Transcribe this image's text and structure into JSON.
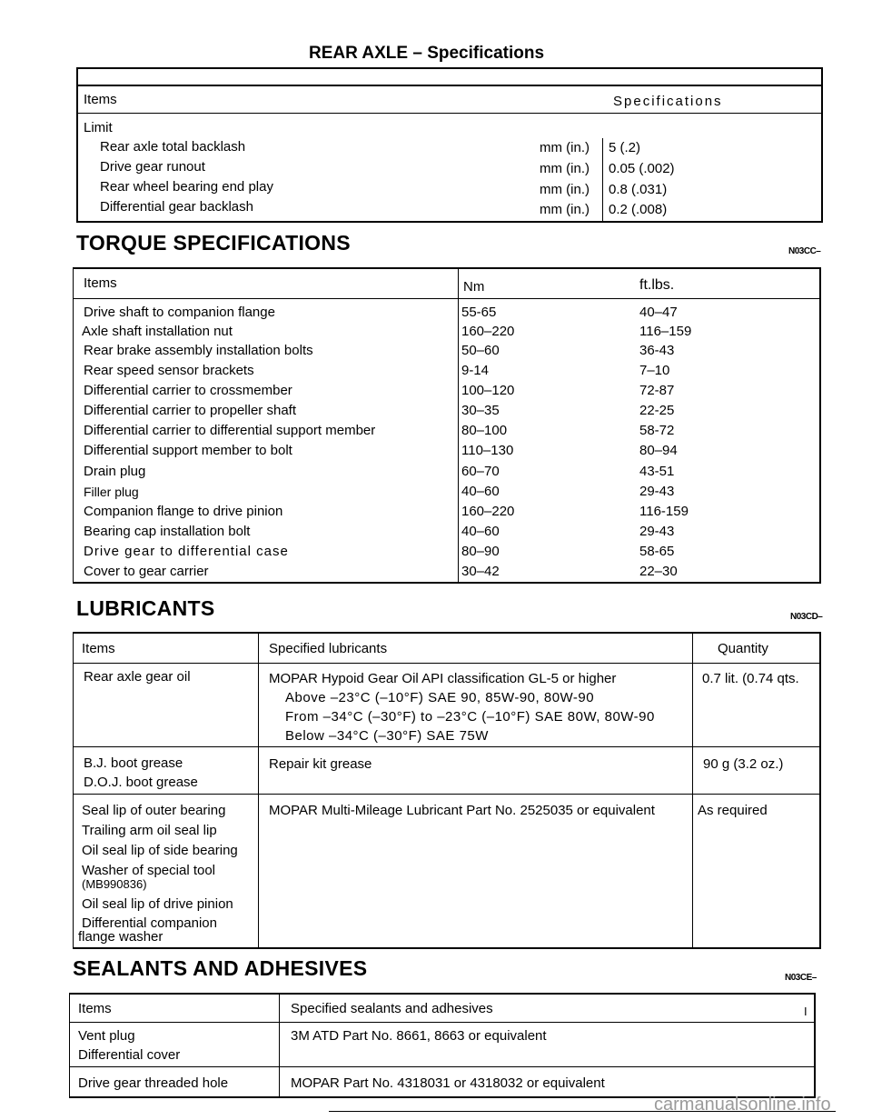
{
  "page_title": "REAR AXLE – Specifications",
  "spec_table": {
    "header_items": "Items",
    "header_spec": "Specifications",
    "group": "Limit",
    "rows": [
      {
        "item": "Rear axle total backlash",
        "unit": "mm (in.)",
        "value": "5 (.2)"
      },
      {
        "item": "Drive gear runout",
        "unit": "mm (in.)",
        "value": "0.05 (.002)"
      },
      {
        "item": "Rear wheel bearing end play",
        "unit": "mm (in.)",
        "value": "0.8 (.031)"
      },
      {
        "item": "Differential gear backlash",
        "unit": "mm (in.)",
        "value": "0.2 (.008)"
      }
    ]
  },
  "torque": {
    "heading": "TORQUE SPECIFICATIONS",
    "code": "N03CC–",
    "header_items": "Items",
    "header_nm": "Nm",
    "header_ftlbs": "ft.lbs.",
    "rows": [
      {
        "item": "Drive shaft to companion flange",
        "nm": "55-65",
        "ft": "40–47"
      },
      {
        "item": "Axle shaft installation nut",
        "nm": "160–220",
        "ft": "116–159"
      },
      {
        "item": "Rear brake assembly installation bolts",
        "nm": "50–60",
        "ft": "36-43"
      },
      {
        "item": "Rear speed sensor brackets",
        "nm": "9-14",
        "ft": "7–10"
      },
      {
        "item": "Differential carrier to crossmember",
        "nm": "100–120",
        "ft": "72-87"
      },
      {
        "item": "Differential carrier to propeller shaft",
        "nm": "30–35",
        "ft": "22-25"
      },
      {
        "item": "Differential carrier to differential support member",
        "nm": "80–100",
        "ft": "58-72"
      },
      {
        "item": "Differential support member to bolt",
        "nm": "110–130",
        "ft": "80–94"
      },
      {
        "item": "Drain plug",
        "nm": "60–70",
        "ft": "43-51"
      },
      {
        "item": "Filler plug",
        "nm": "40–60",
        "ft": "29-43"
      },
      {
        "item": "Companion flange to drive pinion",
        "nm": "160–220",
        "ft": "116-159"
      },
      {
        "item": "Bearing cap installation bolt",
        "nm": "40–60",
        "ft": "29-43"
      },
      {
        "item": "Drive gear to differential case",
        "nm": "80–90",
        "ft": "58-65"
      },
      {
        "item": "Cover to gear carrier",
        "nm": "30–42",
        "ft": "22–30"
      }
    ]
  },
  "lubricants": {
    "heading": "LUBRICANTS",
    "code": "N03CD–",
    "header_items": "Items",
    "header_spec": "Specified lubricants",
    "header_qty": "Quantity",
    "group1": {
      "item": "Rear axle gear oil",
      "spec_lines": [
        "MOPAR Hypoid Gear Oil API classification GL-5 or higher",
        "Above –23°C (–10°F) SAE 90, 85W-90, 80W-90",
        "From –34°C (–30°F) to –23°C (–10°F) SAE 80W, 80W-90",
        "Below –34°C (–30°F) SAE 75W"
      ],
      "qty": "0.7 lit. (0.74 qts."
    },
    "group2": {
      "items": [
        "B.J. boot grease",
        "D.O.J. boot grease"
      ],
      "spec": "Repair kit grease",
      "qty": "90 g (3.2 oz.)"
    },
    "group3": {
      "items": [
        "Seal lip of outer bearing",
        "Trailing arm oil seal lip",
        "Oil seal lip of side bearing",
        "Washer of special tool",
        "(MB990836)",
        "Oil seal lip of drive pinion",
        "Differential companion",
        "flange washer"
      ],
      "spec": "MOPAR Multi-Mileage Lubricant Part No. 2525035 or equivalent",
      "qty": "As required"
    }
  },
  "sealants": {
    "heading": "SEALANTS AND ADHESIVES",
    "code": "N03CE–",
    "header_items": "Items",
    "header_spec": "Specified sealants and adhesives",
    "header_mark": "I",
    "group1": {
      "items": [
        "Vent plug",
        "Differential cover"
      ],
      "spec": "3M ATD Part No. 8661, 8663 or equivalent"
    },
    "group2": {
      "item": "Drive gear threaded hole",
      "spec": "MOPAR Part No. 4318031 or 4318032 or equivalent"
    }
  },
  "watermark": "carmanualsonline.info"
}
